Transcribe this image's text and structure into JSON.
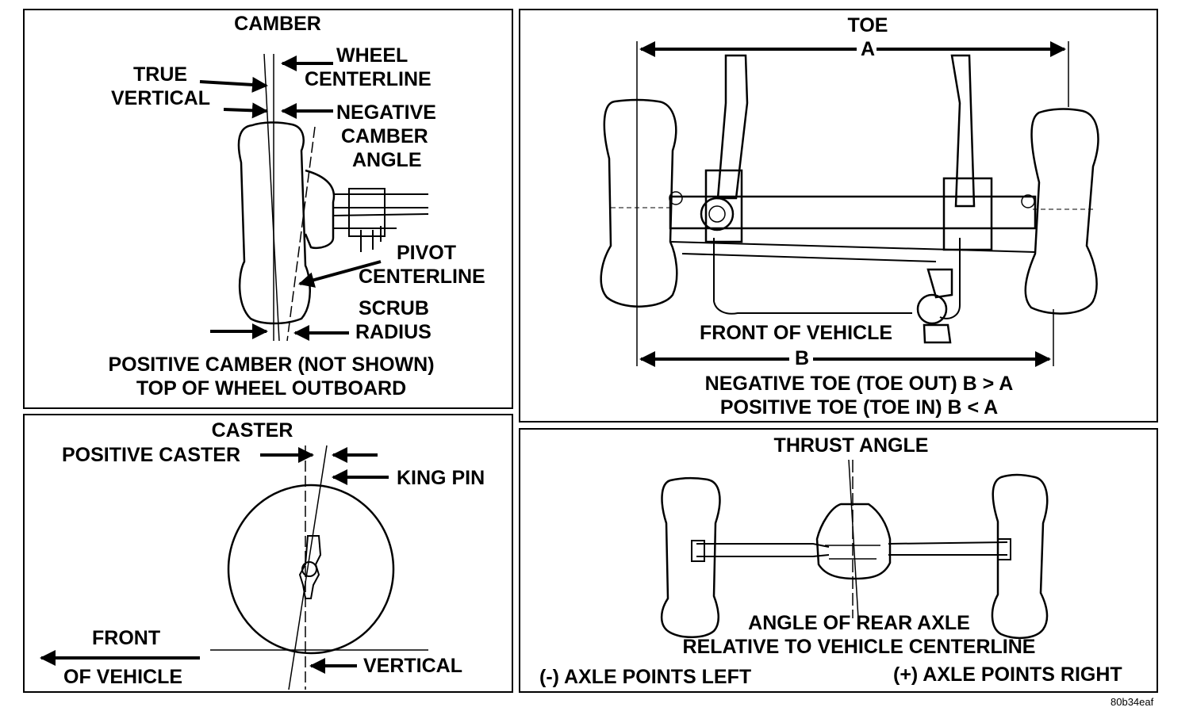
{
  "camber": {
    "title": "CAMBER",
    "true_vertical_1": "TRUE",
    "true_vertical_2": "VERTICAL",
    "wheel_centerline_1": "WHEEL",
    "wheel_centerline_2": "CENTERLINE",
    "neg_camber_1": "NEGATIVE",
    "neg_camber_2": "CAMBER",
    "neg_camber_3": "ANGLE",
    "pivot_1": "PIVOT",
    "pivot_2": "CENTERLINE",
    "scrub_1": "SCRUB",
    "scrub_2": "RADIUS",
    "note_1": "POSITIVE CAMBER (NOT SHOWN)",
    "note_2": "TOP OF WHEEL OUTBOARD"
  },
  "toe": {
    "title": "TOE",
    "a_label": "A",
    "b_label": "B",
    "front": "FRONT OF VEHICLE",
    "note_1": "NEGATIVE TOE (TOE OUT) B > A",
    "note_2": "POSITIVE TOE (TOE IN) B < A"
  },
  "caster": {
    "title": "CASTER",
    "positive": "POSITIVE CASTER",
    "king_pin": "KING PIN",
    "front_1": "FRONT",
    "front_2": "OF VEHICLE",
    "vertical": "VERTICAL"
  },
  "thrust": {
    "title": "THRUST ANGLE",
    "note_1": "ANGLE OF REAR AXLE",
    "note_2": "RELATIVE TO VEHICLE CENTERLINE",
    "left": "(-) AXLE POINTS LEFT",
    "right": "(+) AXLE POINTS RIGHT"
  },
  "figure_code": "80b34eaf"
}
